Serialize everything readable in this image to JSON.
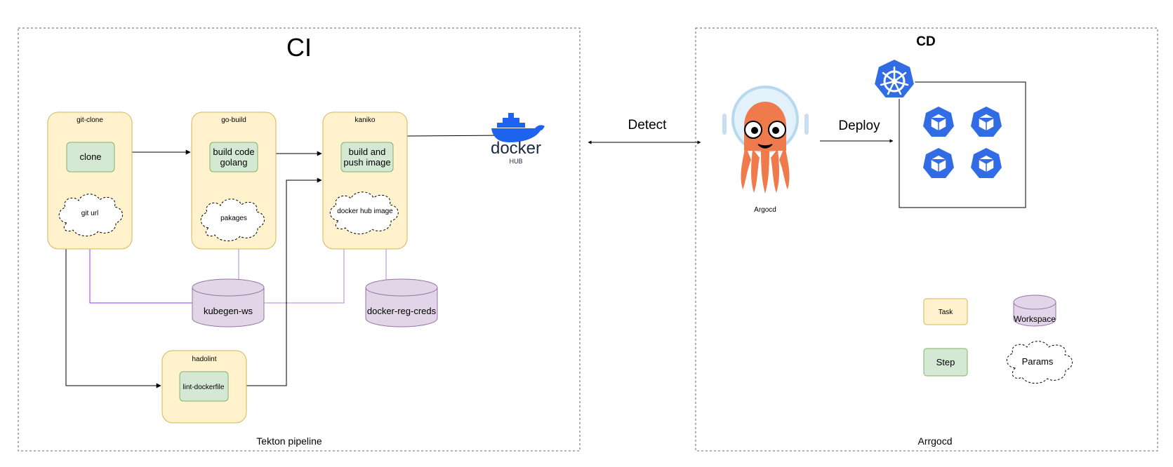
{
  "ci": {
    "title": "CI",
    "footer": "Tekton pipeline",
    "tasks": {
      "git_clone": {
        "label": "git-clone",
        "step": "clone",
        "param": "git url"
      },
      "go_build": {
        "label": "go-build",
        "step_lines": [
          "build code",
          "golang"
        ],
        "param": "pakages"
      },
      "kaniko": {
        "label": "kaniko",
        "step_lines": [
          "build and",
          "push image"
        ],
        "param": "docker hub image"
      },
      "hadolint": {
        "label": "hadolint",
        "step": "lint-dockerfile"
      }
    },
    "workspaces": {
      "kubegen": "kubegen-ws",
      "docker_creds": "docker-reg-creds"
    },
    "docker_logo": {
      "word": "docker",
      "sub": "HUB"
    }
  },
  "detect_label": "Detect",
  "cd": {
    "title": "CD",
    "footer": "Arrgocd",
    "argocd_label": "Argocd",
    "deploy_label": "Deploy"
  },
  "legend": {
    "task": "Task",
    "workspace": "Workspace",
    "step": "Step",
    "params": "Params"
  },
  "colors": {
    "task_fill": "#fff2cc",
    "task_stroke": "#d6b656",
    "step_fill": "#d5e8d4",
    "step_stroke": "#82b366",
    "workspace_fill": "#e1d5e7",
    "workspace_stroke": "#9673a6",
    "k8s_blue": "#326ce5",
    "argo_orange": "#ef7b4d",
    "docker_blue": "#1d63ed"
  }
}
